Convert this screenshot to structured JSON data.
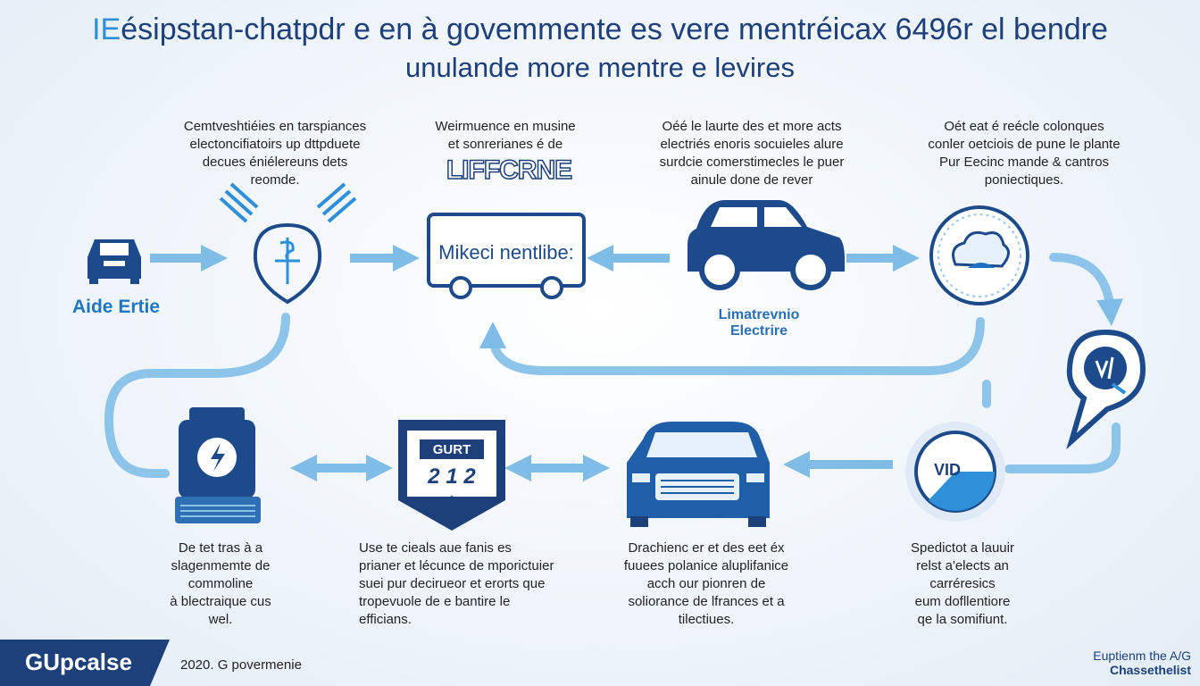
{
  "header": {
    "title_lead": "IE",
    "title_rest": "ésipstan-chatpdr e en à govemmente es vere mentréicax 6496r el bendre",
    "subtitle": "unulande more mentre e levires"
  },
  "top_row": {
    "caption_1": [
      "Cemtveshtiéies en tarspiances",
      "electoncifiatoirs up dttpduete",
      "decues éniélereuns dets",
      "reomde."
    ],
    "car_label": "Aide Ertie",
    "caption_2": [
      "Weirmuence en musine",
      "et sonrerianes é de"
    ],
    "caption_2_brand": "LIFFCRNE",
    "bus_label": "Mikeci nentlibe:",
    "caption_3": [
      "Oéé le laurte des et more acts",
      "electriés enoris socuieles alure",
      "surdcie comerstimecles le puer",
      "ainule done de rever"
    ],
    "car3_label_1": "Limatrevnio",
    "car3_label_2": "Electrire",
    "caption_4": [
      "Oét eat é reécle colonques",
      "conler oetciois de pune le plante",
      "Pur Eecinc mande & cantros",
      "poniectiques."
    ]
  },
  "bottom_row": {
    "gauge_label_1": "GURT",
    "gauge_label_2": "2 1 2",
    "badge_label": "VID",
    "caption_5": [
      "De tet tras à a",
      "slagenmemte de",
      "commoline",
      "à blectraique cus",
      "wel."
    ],
    "caption_6": [
      "Use te cieals aue fanis es",
      "prianer et lécunce de mporictuier",
      "suei pur decirueor et erorts que",
      "tropevuole de e bantire le",
      "efficians."
    ],
    "caption_7": [
      "Drachienc er et des eet éx",
      "fuuees polanice aluplifanice",
      "acch our pionren de",
      "soliorance de lfrances et a",
      "tilectiues."
    ],
    "caption_8": [
      "Spedictot a lauuir",
      "relst a'elects an",
      "carréresics",
      "eum dofllentiore",
      "qe la somifiunt."
    ]
  },
  "footer": {
    "brand": "GUpcalse",
    "year_text": "2020. G povermenie",
    "right_1": "Euptienm the A/G",
    "right_2": "Chassethelist"
  },
  "colors": {
    "navy": "#1d3f7a",
    "accent": "#2f8fd8",
    "arrow": "#7fbde6"
  }
}
